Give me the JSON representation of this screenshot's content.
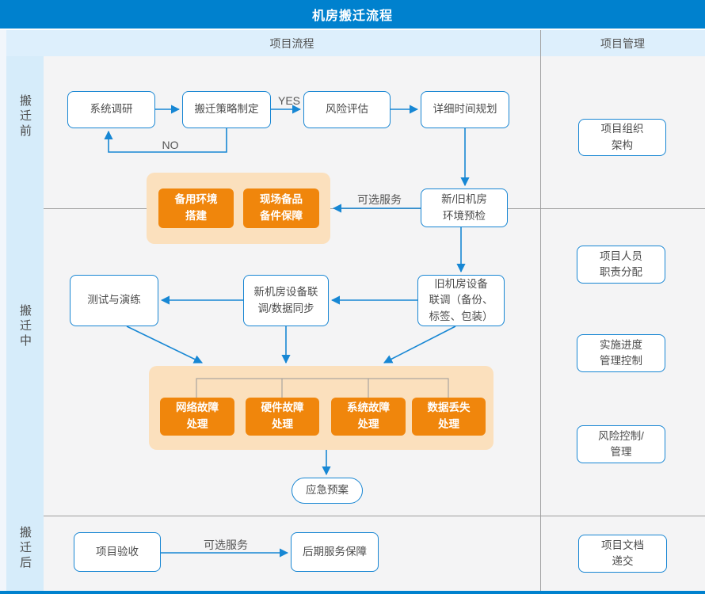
{
  "header": {
    "title": "机房搬迁流程"
  },
  "columns": {
    "process": "项目流程",
    "management": "项目管理"
  },
  "phases": [
    {
      "label": "搬迁前"
    },
    {
      "label": "搬迁中"
    },
    {
      "label": "搬迁后"
    }
  ],
  "nodes": {
    "sys_survey": "系统调研",
    "strategy": "搬迁策略制定",
    "risk_assess": "风险评估",
    "schedule": "详细时间规划",
    "precheck": "新/旧机房\n环境预检",
    "backup_env": "备用环境\n搭建",
    "spare_parts": "现场备品\n备件保障",
    "old_room": "旧机房设备\n联调（备份、\n标签、包装）",
    "new_room": "新机房设备联\n调/数据同步",
    "test_drill": "测试与演练",
    "net_fault": "网络故障\n处理",
    "hw_fault": "硬件故障\n处理",
    "sys_fault": "系统故障\n处理",
    "data_loss": "数据丢失\n处理",
    "emergency": "应急预案",
    "acceptance": "项目验收",
    "post_service": "后期服务保障",
    "org_structure": "项目组织\n架构",
    "staff_duty": "项目人员\n职责分配",
    "progress_ctrl": "实施进度\n管理控制",
    "risk_ctrl": "风险控制/\n管理",
    "doc_submit": "项目文档\n递交"
  },
  "edge_labels": {
    "yes": "YES",
    "no": "NO",
    "optional_service_top": "可选服务",
    "optional_service_bottom": "可选服务"
  },
  "colors": {
    "accent_blue": "#0081ce",
    "node_border_blue": "#1886d3",
    "arrow_blue": "#1787d4",
    "orange_node": "#f0860c",
    "orange_container": "#fbe0bd",
    "band_blue": "#ddeffc",
    "phase_strip_blue": "#d6ecfa"
  }
}
